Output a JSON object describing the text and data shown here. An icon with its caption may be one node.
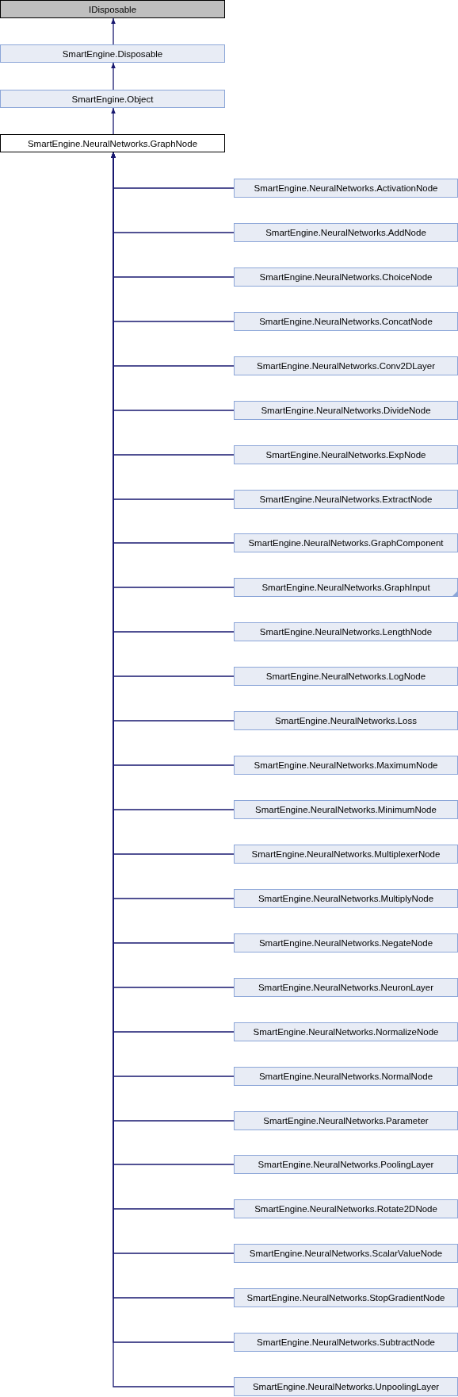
{
  "diagram": {
    "nodes": [
      {
        "text": [
          "IDisposable"
        ]
      },
      {
        "text": [
          "SmartEngine.Disposable"
        ]
      },
      {
        "text": [
          "SmartEngine.Object"
        ]
      },
      {
        "text": [
          "SmartEngine.NeuralNetworks.GraphNode"
        ]
      },
      {
        "text": [
          "SmartEngine.NeuralNetworks.ActivationNode"
        ]
      },
      {
        "text": [
          "SmartEngine.NeuralNetworks.AddNode"
        ]
      },
      {
        "text": [
          "SmartEngine.NeuralNetworks.ChoiceNode"
        ]
      },
      {
        "text": [
          "SmartEngine.NeuralNetworks.ConcatNode"
        ]
      },
      {
        "text": [
          "SmartEngine.NeuralNetworks.Conv2DLayer"
        ]
      },
      {
        "text": [
          "SmartEngine.NeuralNetworks.DivideNode"
        ]
      },
      {
        "text": [
          "SmartEngine.NeuralNetworks.ExpNode"
        ]
      },
      {
        "text": [
          "SmartEngine.NeuralNetworks.ExtractNode"
        ]
      },
      {
        "text": [
          "SmartEngine.NeuralNetworks.GraphComponent"
        ]
      },
      {
        "text": [
          "SmartEngine.NeuralNetworks.GraphInput"
        ]
      },
      {
        "text": [
          "SmartEngine.NeuralNetworks.LengthNode"
        ]
      },
      {
        "text": [
          "SmartEngine.NeuralNetworks.LogNode"
        ]
      },
      {
        "text": [
          "SmartEngine.NeuralNetworks.Loss"
        ]
      },
      {
        "text": [
          "SmartEngine.NeuralNetworks.MaximumNode"
        ]
      },
      {
        "text": [
          "SmartEngine.NeuralNetworks.MinimumNode"
        ]
      },
      {
        "text": [
          "SmartEngine.NeuralNetworks.MultiplexerNode"
        ]
      },
      {
        "text": [
          "SmartEngine.NeuralNetworks.MultiplyNode"
        ]
      },
      {
        "text": [
          "SmartEngine.NeuralNetworks.NegateNode"
        ]
      },
      {
        "text": [
          "SmartEngine.NeuralNetworks.NeuronLayer"
        ]
      },
      {
        "text": [
          "SmartEngine.NeuralNetworks.NormalizeNode"
        ]
      },
      {
        "text": [
          "SmartEngine.NeuralNetworks.NormalNode"
        ]
      },
      {
        "text": [
          "SmartEngine.NeuralNetworks.Parameter"
        ]
      },
      {
        "text": [
          "SmartEngine.NeuralNetworks.PoolingLayer"
        ]
      },
      {
        "text": [
          "SmartEngine.NeuralNetworks.Rotate2DNode"
        ]
      },
      {
        "text": [
          "SmartEngine.NeuralNetworks.ScalarValueNode"
        ]
      },
      {
        "text": [
          "SmartEngine.NeuralNetworks.StopGradientNode"
        ]
      },
      {
        "text": [
          "SmartEngine.NeuralNetworks.SubtractNode"
        ]
      },
      {
        "text": [
          "SmartEngine.NeuralNetworks.UnpoolingLayer"
        ]
      }
    ],
    "edges": [
      {
        "from": 1,
        "to": 0,
        "arrow": "to"
      },
      {
        "from": 2,
        "to": 1,
        "arrow": "to"
      },
      {
        "from": 3,
        "to": 2,
        "arrow": "to"
      },
      {
        "from": 4,
        "to": 3,
        "arrow": "to"
      },
      {
        "from": 5,
        "to": 3,
        "arrow": "to"
      },
      {
        "from": 6,
        "to": 3,
        "arrow": "to"
      },
      {
        "from": 7,
        "to": 3,
        "arrow": "to"
      },
      {
        "from": 8,
        "to": 3,
        "arrow": "to"
      },
      {
        "from": 9,
        "to": 3,
        "arrow": "to"
      },
      {
        "from": 10,
        "to": 3,
        "arrow": "to"
      },
      {
        "from": 11,
        "to": 3,
        "arrow": "to"
      },
      {
        "from": 12,
        "to": 3,
        "arrow": "to"
      },
      {
        "from": 13,
        "to": 3,
        "arrow": "to"
      },
      {
        "from": 14,
        "to": 3,
        "arrow": "to"
      },
      {
        "from": 15,
        "to": 3,
        "arrow": "to"
      },
      {
        "from": 16,
        "to": 3,
        "arrow": "to"
      },
      {
        "from": 17,
        "to": 3,
        "arrow": "to"
      },
      {
        "from": 18,
        "to": 3,
        "arrow": "to"
      },
      {
        "from": 19,
        "to": 3,
        "arrow": "to"
      },
      {
        "from": 20,
        "to": 3,
        "arrow": "to"
      },
      {
        "from": 21,
        "to": 3,
        "arrow": "to"
      },
      {
        "from": 22,
        "to": 3,
        "arrow": "to"
      },
      {
        "from": 23,
        "to": 3,
        "arrow": "to"
      },
      {
        "from": 24,
        "to": 3,
        "arrow": "to"
      },
      {
        "from": 25,
        "to": 3,
        "arrow": "to"
      },
      {
        "from": 26,
        "to": 3,
        "arrow": "to"
      },
      {
        "from": 27,
        "to": 3,
        "arrow": "to"
      },
      {
        "from": 28,
        "to": 3,
        "arrow": "to"
      },
      {
        "from": 29,
        "to": 3,
        "arrow": "to"
      },
      {
        "from": 30,
        "to": 3,
        "arrow": "to"
      },
      {
        "from": 31,
        "to": 3,
        "arrow": "to"
      }
    ]
  }
}
